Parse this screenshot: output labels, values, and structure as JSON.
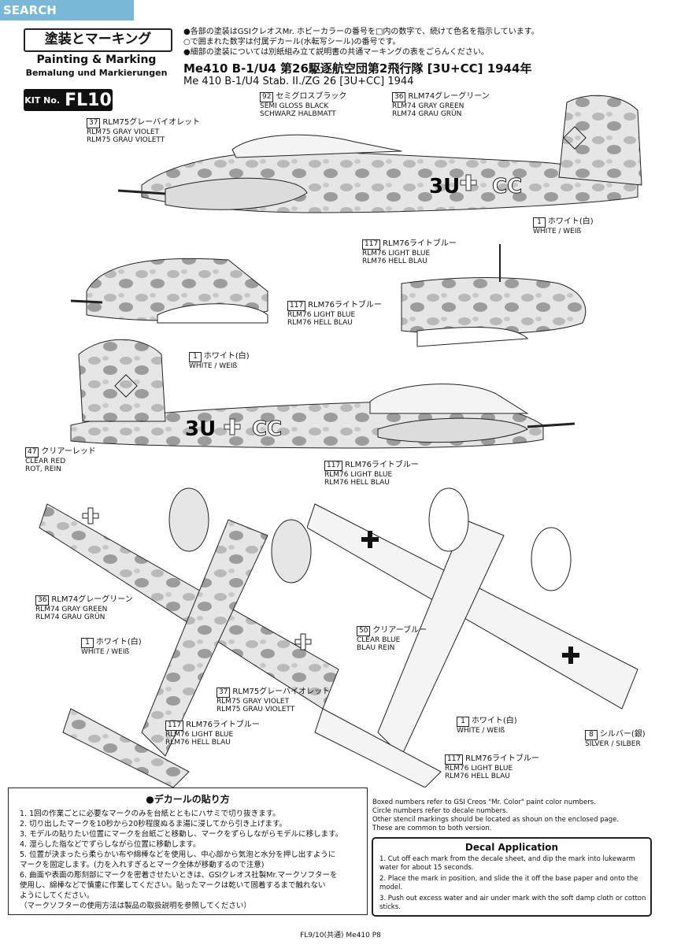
{
  "watermark": {
    "logo_text": "SEARCH"
  },
  "header": {
    "title_jp": "塗装とマーキング",
    "title_en": "Painting & Marking",
    "title_de": "Bemalung und Markierungen",
    "kit_label": "KIT No.",
    "kit_number": "FL10"
  },
  "notes": {
    "line1": "●各部の塗装はGSIクレオスMr. ホビーカラーの番号を□内の数字で、続けて色名を指示しています。",
    "line2": "○で囲まれた数字は付属デカール(水転写シール)の番号です。",
    "line3": "●細部の塗装については別紙組み立て説明書の共通マーキングの表をごらんください。"
  },
  "aircraft": {
    "title_jp": "Me410 B-1/U4 第26駆逐航空団第2飛行隊 [3U+CC] 1944年",
    "title_en": "Me 410 B-1/U4 Stab. II./ZG 26 [3U+CC] 1944",
    "code_letters": "3U",
    "code_cc": "CC"
  },
  "callouts": {
    "c92": {
      "num": "92",
      "jp": "セミグロスブラック",
      "en": "SEMI GLOSS BLACK",
      "de": "SCHWARZ HALBMATT"
    },
    "c36": {
      "num": "36",
      "jp": "RLM74グレーグリーン",
      "en": "RLM74 GRAY GREEN",
      "de": "RLM74 GRAU GRÜN"
    },
    "c37": {
      "num": "37",
      "jp": "RLM75グレーバイオレット",
      "en": "RLM75 GRAY VIOLET",
      "de": "RLM75 GRAU VIOLETT"
    },
    "c117": {
      "num": "117",
      "jp": "RLM76ライトブルー",
      "en": "RLM76 LIGHT BLUE",
      "de": "RLM76 HELL BLAU"
    },
    "c1": {
      "num": "1",
      "jp": "ホワイト(白)",
      "en": "WHITE / WEIß"
    },
    "c47": {
      "num": "47",
      "jp": "クリアーレッド",
      "en": "CLEAR RED",
      "de": "ROT, REIN"
    },
    "c50": {
      "num": "50",
      "jp": "クリアーブルー",
      "en": "CLEAR BLUE",
      "de": "BLAU REIN"
    },
    "c8": {
      "num": "8",
      "jp": "シルバー(銀)",
      "en": "SILVER / SILBER"
    }
  },
  "decal_jp": {
    "title": "●デカールの貼り方",
    "steps": [
      "1. 1回の作業ごとに必要なマークのみを台紙とともにハサミで切り抜きます。",
      "2. 切り出したマークを10秒から20秒程度ぬるま湯に浸してから引き上げます。",
      "3. モデルの貼りたい位置にマークを台紙ごと移動し、マークをずらしながらモデルに移します。",
      "4. 湿らした指などでずらしながら位置に移動します。",
      "5. 位置が決まったら柔らかい布や綿棒などを使用し、中心部から気泡と水分を押し出すように",
      "   マークを固定します。(力を入れすぎるとマーク全体が移動するので注意)",
      "6. 曲面や表面の彫刻部にマークを密着させたいときは、GSIクレオス社製Mr.マークソフターを",
      "   使用し、綿棒などで慎重に作業してください。貼ったマークは乾いて固着するまで触れない",
      "   ようにしてください。",
      "（マークソフターの使用方法は製品の取扱説明を参照してください）"
    ]
  },
  "right_notes": [
    "Boxed numbers refer to GSI Creos \"Mr. Color\" paint color numbers.",
    "Circle numbers refer to decale numbers.",
    "Other stencil markings should be located as shoun on the enclosed page.",
    "These are common to both version."
  ],
  "decal_en": {
    "title": "Decal Application",
    "steps": [
      "1. Cut off each mark from the decale sheet, and dip the mark into lukewarm water for about 15 seconds.",
      "2. Place the mark in position, and slide the it off the base paper and onto the model.",
      "3. Push out excess water and air under mark with the soft damp cloth or cotton sticks."
    ]
  },
  "footer": {
    "text": "FL9/10(共通)  Me410  P8"
  }
}
